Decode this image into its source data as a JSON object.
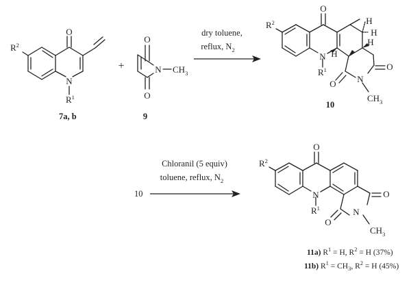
{
  "atoms": {
    "o": "O",
    "n": "N",
    "h": "H",
    "r": "R",
    "ch": "CH",
    "one": "1",
    "two": "2",
    "three": "3",
    "plus": "+",
    "minus": "−",
    "ten": "10"
  },
  "reaction1": {
    "reactant_a_label": "7a, b",
    "reactant_b_label": "9",
    "product_label": "10",
    "conditions_line1": "dry toluene,",
    "conditions_line2": "reflux, N",
    "conditions_line2_sub": "2"
  },
  "reaction2": {
    "starting_material": "10",
    "conditions_line1": "Chloranil (5 equiv)",
    "conditions_line2": "toluene, reflux, N",
    "conditions_line2_sub": "2"
  },
  "results": [
    {
      "compound": "11a)",
      "rest": " = H, R",
      "rest2": " = H (37%)"
    },
    {
      "compound": "11b)",
      "rest": " = CH",
      "rest_sub": "3",
      "rest2": ", R",
      "rest3": " = H (45%)"
    }
  ],
  "colors": {
    "ink": "#231f20",
    "background": "#ffffff"
  }
}
